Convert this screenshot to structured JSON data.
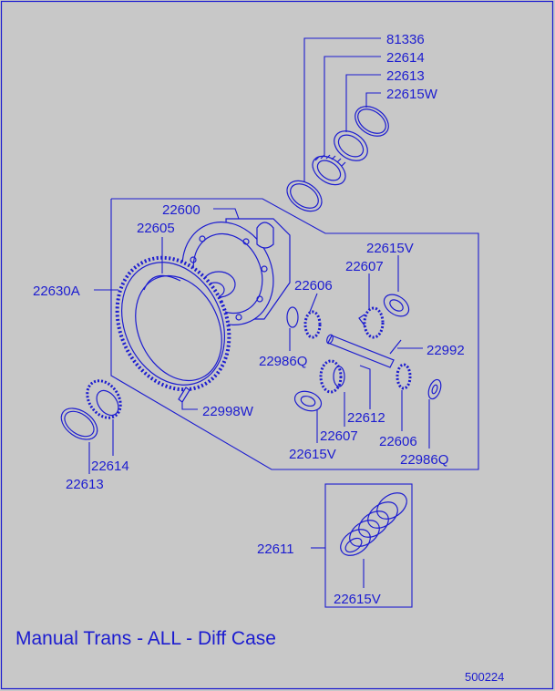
{
  "diagram": {
    "caption": "Manual Trans - ALL - Diff Case",
    "code": "500224",
    "labels": {
      "p81336": "81336",
      "p22614_top": "22614",
      "p22613_top": "22613",
      "p22615W": "22615W",
      "p22600": "22600",
      "p22605": "22605",
      "p22630A": "22630A",
      "p22615V_right": "22615V",
      "p22607_right": "22607",
      "p22606_top": "22606",
      "p22986Q_left": "22986Q",
      "p22992": "22992",
      "p22612": "22612",
      "p22998W": "22998W",
      "p22607_bottom": "22607",
      "p22606_bottom": "22606",
      "p22615V_bottom": "22615V",
      "p22986Q_right": "22986Q",
      "p22614_left": "22614",
      "p22613_left": "22613",
      "p22611": "22611",
      "p22615V_spring": "22615V"
    }
  }
}
